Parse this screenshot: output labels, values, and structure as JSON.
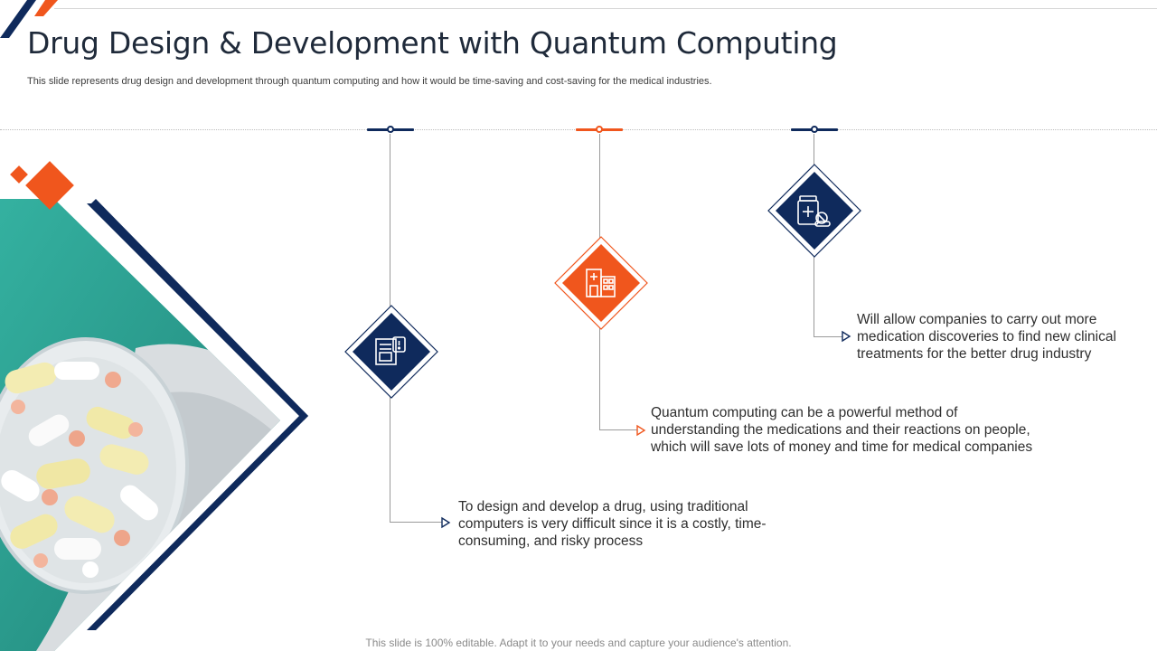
{
  "slide": {
    "title": "Drug Design & Development with Quantum Computing",
    "subtitle": "This slide represents drug design and development through quantum computing and how it would be time-saving and cost-saving for the medical industries.",
    "footer": "This slide is 100% editable. Adapt it to your needs and capture your audience's attention."
  },
  "colors": {
    "navy": "#0f2a5c",
    "orange": "#f0561d",
    "teal": "#2fa79a"
  },
  "milestones": [
    {
      "icon": "report-document-icon",
      "color": "navy",
      "lines": [
        "To design and develop a drug, using traditional",
        "computers is very difficult since it is a costly, time-",
        "consuming, and risky process"
      ]
    },
    {
      "icon": "hospital-building-icon",
      "color": "orange",
      "lines": [
        "Quantum  computing can be a powerful method of",
        "understanding the medications and their reactions on people,",
        "which will save lots of money and time for medical companies"
      ]
    },
    {
      "icon": "medicine-bottle-pills-icon",
      "color": "navy",
      "lines": [
        "Will allow companies to carry out more",
        "medication discoveries to find new clinical",
        "treatments for the better drug industry"
      ]
    }
  ]
}
